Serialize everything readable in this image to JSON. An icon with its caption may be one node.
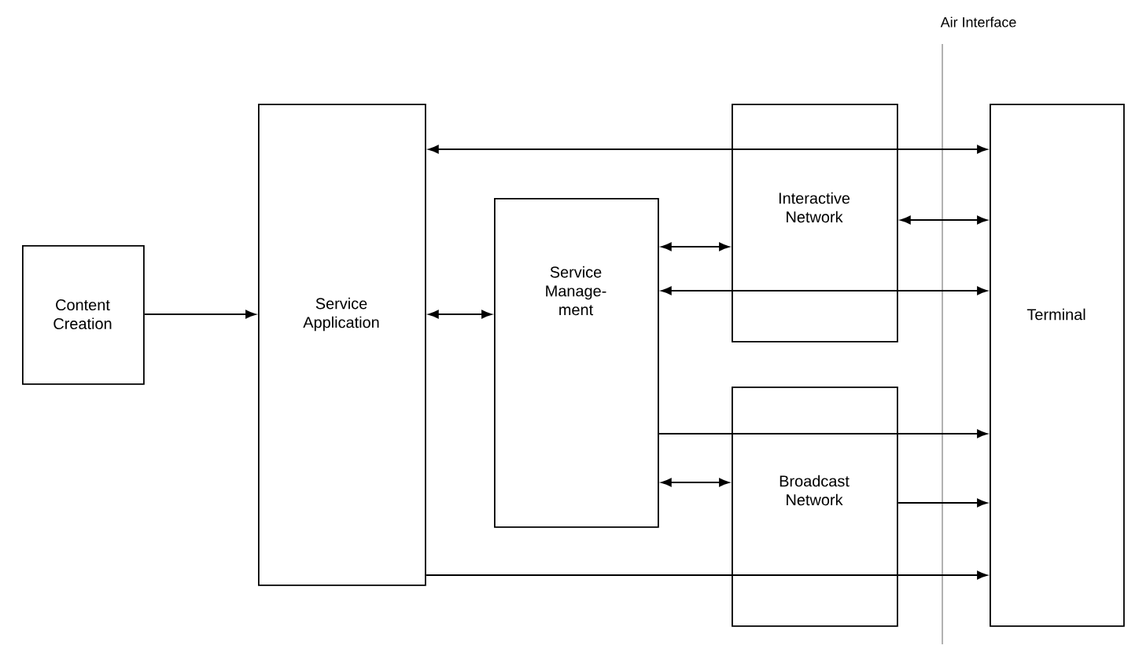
{
  "diagram": {
    "nodes": [
      {
        "text": [
          "Content Creation"
        ]
      },
      {
        "text": [
          "Service Application"
        ]
      },
      {
        "text": [
          "Service Manage-ment"
        ]
      },
      {
        "text": [
          "Interactive Network"
        ]
      },
      {
        "text": [
          "Broadcast Network"
        ]
      },
      {
        "text": [
          "Terminal"
        ]
      }
    ],
    "edges": [
      {
        "from": 0,
        "to": 1,
        "arrow": "to"
      },
      {
        "from": 1,
        "to": 2,
        "arrow": "both"
      },
      {
        "from": 3,
        "to": 1,
        "arrow": "to"
      },
      {
        "from": 3,
        "to": 5,
        "arrow": "to"
      },
      {
        "from": 3,
        "to": 5,
        "arrow": "both"
      },
      {
        "from": 2,
        "to": 3,
        "arrow": "both"
      },
      {
        "from": 3,
        "to": 2,
        "arrow": "to"
      },
      {
        "from": 3,
        "to": 5,
        "arrow": "to"
      },
      {
        "from": 2,
        "to": 4,
        "arrow": "none"
      },
      {
        "from": 4,
        "to": 5,
        "arrow": "to"
      },
      {
        "from": 2,
        "to": 4,
        "arrow": "both"
      },
      {
        "from": 4,
        "to": 5,
        "arrow": "to"
      },
      {
        "from": 1,
        "to": 4,
        "arrow": "none"
      },
      {
        "from": 4,
        "to": 5,
        "arrow": "to"
      }
    ],
    "labels": [
      "Air Interface"
    ]
  }
}
